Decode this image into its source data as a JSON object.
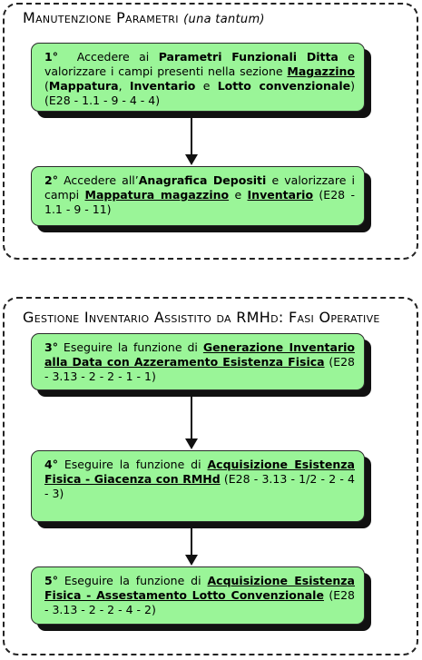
{
  "section1": {
    "title": "Manutenzione Parametri",
    "subtitle": "(una tantum)"
  },
  "section2": {
    "title": "Gestione Inventario Assistito da RMHd: Fasi Operative"
  },
  "steps": [
    {
      "num": "1°",
      "t1": "Accedere ai ",
      "b1": "Parametri Funzionali Ditta",
      "t2": " e valorizzare i campi presenti nella sezione ",
      "u1": "Magazzino",
      "t3": " (",
      "b2": "Mappatura",
      "t4": ", ",
      "b3": "Inventario",
      "t5": " e ",
      "b4": "Lotto convenzionale",
      "t6": ") (E28 - 1.1 - 9 - 4 - 4)"
    },
    {
      "num": "2°",
      "t1": " Accedere all’",
      "b1": "Anagrafica Depositi",
      "t2": " e  valorizzare  i campi ",
      "u1": "Mappatura magazzino",
      "t3": " e ",
      "u2": "Inventario",
      "t4": " (E28 - 1.1 - 9 - 11)"
    },
    {
      "num": "3°",
      "t1": " Eseguire la funzione di ",
      "u1": "Generazione Inventario alla Data con Azzeramento Esistenza Fisica",
      "t2": " (E28 - 3.13 - 2 - 2 - 1 - 1)"
    },
    {
      "num": "4°",
      "t1": " Eseguire la funzione di ",
      "u1": "Acquisizione Esistenza Fisica - Giacenza con RMHd",
      "t2": " (E28 - 3.13 - 1/2 - 2 - 4 - 3)"
    },
    {
      "num": "5°",
      "t1": " Eseguire la funzione di ",
      "u1": "Acquisizione Esistenza Fisica - Assestamento Lotto Convenzionale",
      "t2": " (E28 - 3.13 - 2 - 2 - 4 - 2)"
    }
  ],
  "colors": {
    "box_fill": "#9af598",
    "shadow": "#111111",
    "border": "#222222"
  }
}
